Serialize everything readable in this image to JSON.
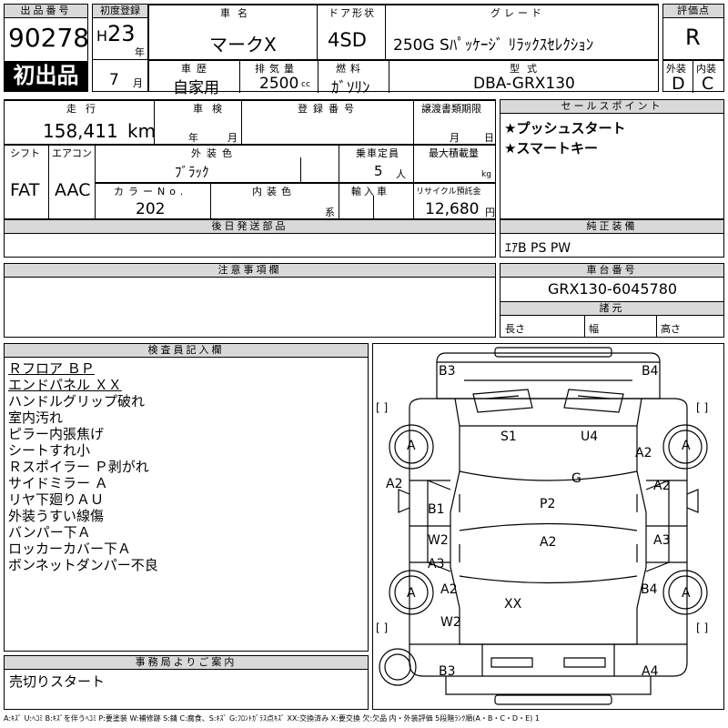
{
  "header": {
    "lot_label": "出品番号",
    "lot_number": "90278",
    "first_badge": "初出品",
    "first_reg_label": "初度登録",
    "era": "H",
    "year": "23",
    "year_unit": "年",
    "month": "7",
    "month_unit": "月",
    "car_name_label": "車名",
    "car_name": "マークX",
    "door_label": "ドア形状",
    "door": "4SD",
    "grade_label": "グレード",
    "grade": "250G Sﾊﾟｯｹｰｼﾞ ﾘﾗｯｸｽｾﾚｸｼｮﾝ",
    "score_label": "評価点",
    "score": "R",
    "history_label": "車歴",
    "history": "自家用",
    "displacement_label": "排気量",
    "displacement": "2500",
    "displacement_unit": "cc",
    "fuel_label": "燃料",
    "fuel": "ｶﾞｿﾘﾝ",
    "model_label": "型式",
    "model": "DBA-GRX130",
    "exterior_label": "外装",
    "exterior": "D",
    "interior_label": "内装",
    "interior": "C"
  },
  "row2": {
    "mileage_label": "走行",
    "mileage": "158,411",
    "mileage_unit": "km",
    "inspection_label": "車検",
    "insp_year_unit": "年",
    "insp_month_unit": "月",
    "reg_label": "登録番号",
    "transfer_label": "譲渡書類期限",
    "transfer_month_unit": "月",
    "transfer_day_unit": "日",
    "shift_label": "シフト",
    "shift": "FAT",
    "ac_label": "エアコン",
    "ac": "AAC",
    "color_label": "外装色",
    "color": "ﾌﾞﾗｯｸ",
    "capacity_label": "乗車定員",
    "capacity": "5",
    "capacity_unit": "人",
    "load_label": "最大積載量",
    "load_unit": "kg",
    "color_no_label": "カラーNo.",
    "color_no": "202",
    "interior_color_label": "内装色",
    "interior_color_unit": "系",
    "import_label": "輸入車",
    "recycle_label": "リサイクル預託金",
    "recycle": "12,680",
    "recycle_unit": "円"
  },
  "sales_points": {
    "label": "セールスポイント",
    "items": [
      "★プッシュスタート",
      "★スマートキー"
    ]
  },
  "later_parts": {
    "label": "後日発送部品"
  },
  "equipment": {
    "label": "純正装備",
    "value": "ｴｱB PS PW"
  },
  "notes": {
    "label": "注意事項欄"
  },
  "chassis": {
    "label": "車台番号",
    "value": "GRX130-6045780"
  },
  "specs": {
    "label": "諸元",
    "length": "長さ",
    "width": "幅",
    "height": "高さ"
  },
  "inspector": {
    "label": "検査員記入欄",
    "lines": [
      "Ｒフロア ＢＰ",
      "エンドパネル ＸＸ",
      "ハンドルグリップ破れ",
      "室内汚れ",
      "ピラー内張焦げ",
      "シートすれ小",
      "Ｒスポイラー Ｐ剥がれ",
      "サイドミラー Ａ",
      "リヤ下廻りＡＵ",
      "外装うすい線傷",
      "バンパー下Ａ",
      "ロッカーカバー下Ａ",
      "ボンネットダンパー不良"
    ]
  },
  "office": {
    "label": "事務局よりご案内",
    "text": "売切りスタート"
  },
  "diagram": {
    "labels": {
      "b3_top": "B3",
      "b4_top": "B4",
      "s1": "S1",
      "u4": "U4",
      "a_fl": "A",
      "a2_r1": "A2",
      "a_fr": "A",
      "g": "G",
      "a2_l1": "A2",
      "a2_r2": "A2",
      "b1": "B1",
      "p2": "P2",
      "w2_l": "W2",
      "a2_c": "A2",
      "a3_r": "A3",
      "a3_l": "A3",
      "a_rl": "A",
      "a2_l2": "A2",
      "b4_r": "B4",
      "a_rr": "A",
      "xx": "XX",
      "w2_l2": "W2",
      "b3_bot": "B3",
      "a4_bot": "A4",
      "bracket_l1": "[   ]",
      "bracket_r1": "[   ]",
      "bracket_l2": "[   ]",
      "bracket_r2": "[   ]"
    }
  },
  "legend": "A:ｷｽﾞ U:ﾍｺﾐ B:ｷｽﾞを伴うﾍｺﾐ P:要塗装 W:補修跡 S:錆 C:腐食、S:ｷｽﾞ G:ﾌﾛﾝﾄｶﾞﾗｽ点ｷｽﾞ XX:交換済み X:要交換 欠:欠品 内・外装評価 5段階ﾗﾝｸ順(A・B・C・D・E) 1"
}
